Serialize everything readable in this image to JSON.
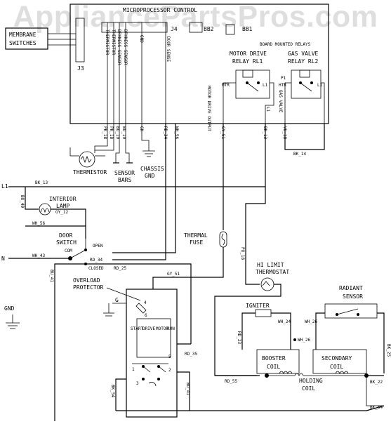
{
  "watermark": "AppliancePartsPros.com",
  "control": {
    "title": "MICROPROCESSOR CONTROL",
    "board_relays": "BOARD MOUNTED RELAYS",
    "connectors": [
      "J3",
      "J4",
      "BB2",
      "BB1"
    ],
    "motor_relay": [
      "MOTOR DRIVE",
      "RELAY RL1"
    ],
    "gas_relay": [
      "GAS VALVE",
      "RELAY RL2"
    ],
    "pin_labels": [
      "THERMISTOR",
      "THERMISTOR",
      "DRYNESS SENSOR",
      "DRYNESS SENSOR",
      "GND",
      "DOOR SENSE"
    ],
    "relay_pins": [
      "MTR",
      "L1",
      "P1",
      "HTR",
      "L1"
    ],
    "outputs": [
      "MOTOR DRIVE OUTPUT",
      "L1",
      "GAS VALVE"
    ]
  },
  "components": {
    "membrane": [
      "MEMBRANE",
      "SWITCHES"
    ],
    "thermistor": "THERMISTOR",
    "sensor_bars": [
      "SENSOR",
      "BARS"
    ],
    "chassis_gnd": [
      "CHASSIS",
      "GND"
    ],
    "interior_lamp": [
      "INTERIOR",
      "LAMP"
    ],
    "door_switch": [
      "DOOR",
      "SWITCH"
    ],
    "door_contacts": [
      "COM",
      "OPEN",
      "CLOSED"
    ],
    "thermal_fuse": [
      "THERMAL",
      "FUSE"
    ],
    "hi_limit": [
      "HI LIMIT",
      "THERMOSTAT"
    ],
    "overload": [
      "OVERLOAD",
      "PROTECTOR"
    ],
    "motor_words": [
      "START",
      "DRIVE",
      "MOTOR",
      "RUN"
    ],
    "motor_terms": [
      "G",
      "4",
      "6",
      "1",
      "5",
      "2",
      "3"
    ],
    "igniter": "IGNITER",
    "radiant": [
      "RADIANT",
      "SENSOR"
    ],
    "booster": [
      "BOOSTER",
      "COIL"
    ],
    "secondary": [
      "SECONDARY",
      "COIL"
    ],
    "holding": [
      "HOLDING",
      "COIL"
    ],
    "gnd": "GND"
  },
  "power": {
    "l1": "L1",
    "n": "N"
  },
  "wires": {
    "pk18": "PK_18",
    "pk18b": "PK_18",
    "bu19": "BU_19",
    "bu19b": "BU_19",
    "gk": "GK",
    "rd34": "RD_34",
    "wh56": "WH_56",
    "gy51": "GY_51",
    "bk13": "BK_13",
    "vu18": "VU_18",
    "bk14": "BK_14",
    "bk13b": "BK_13",
    "bu40": "BU_40",
    "gy12": "GY_12",
    "wh56b": "WH_56",
    "wh43": "WH_43",
    "rd34b": "RD_34",
    "rd25": "RD_25",
    "bu41": "BU_41",
    "gy51b": "GY_51",
    "pu18": "PU_18",
    "rd23": "RD_23",
    "wh24": "WH_24",
    "wh26": "WH_26",
    "wh26b": "WH_26",
    "bk25": "BK_25",
    "rd55": "RD_55",
    "bk22": "BK_22",
    "bk54": "BK_54",
    "rd35": "RD_35",
    "bu41b": "BU_41",
    "bk54b": "BK_54"
  }
}
